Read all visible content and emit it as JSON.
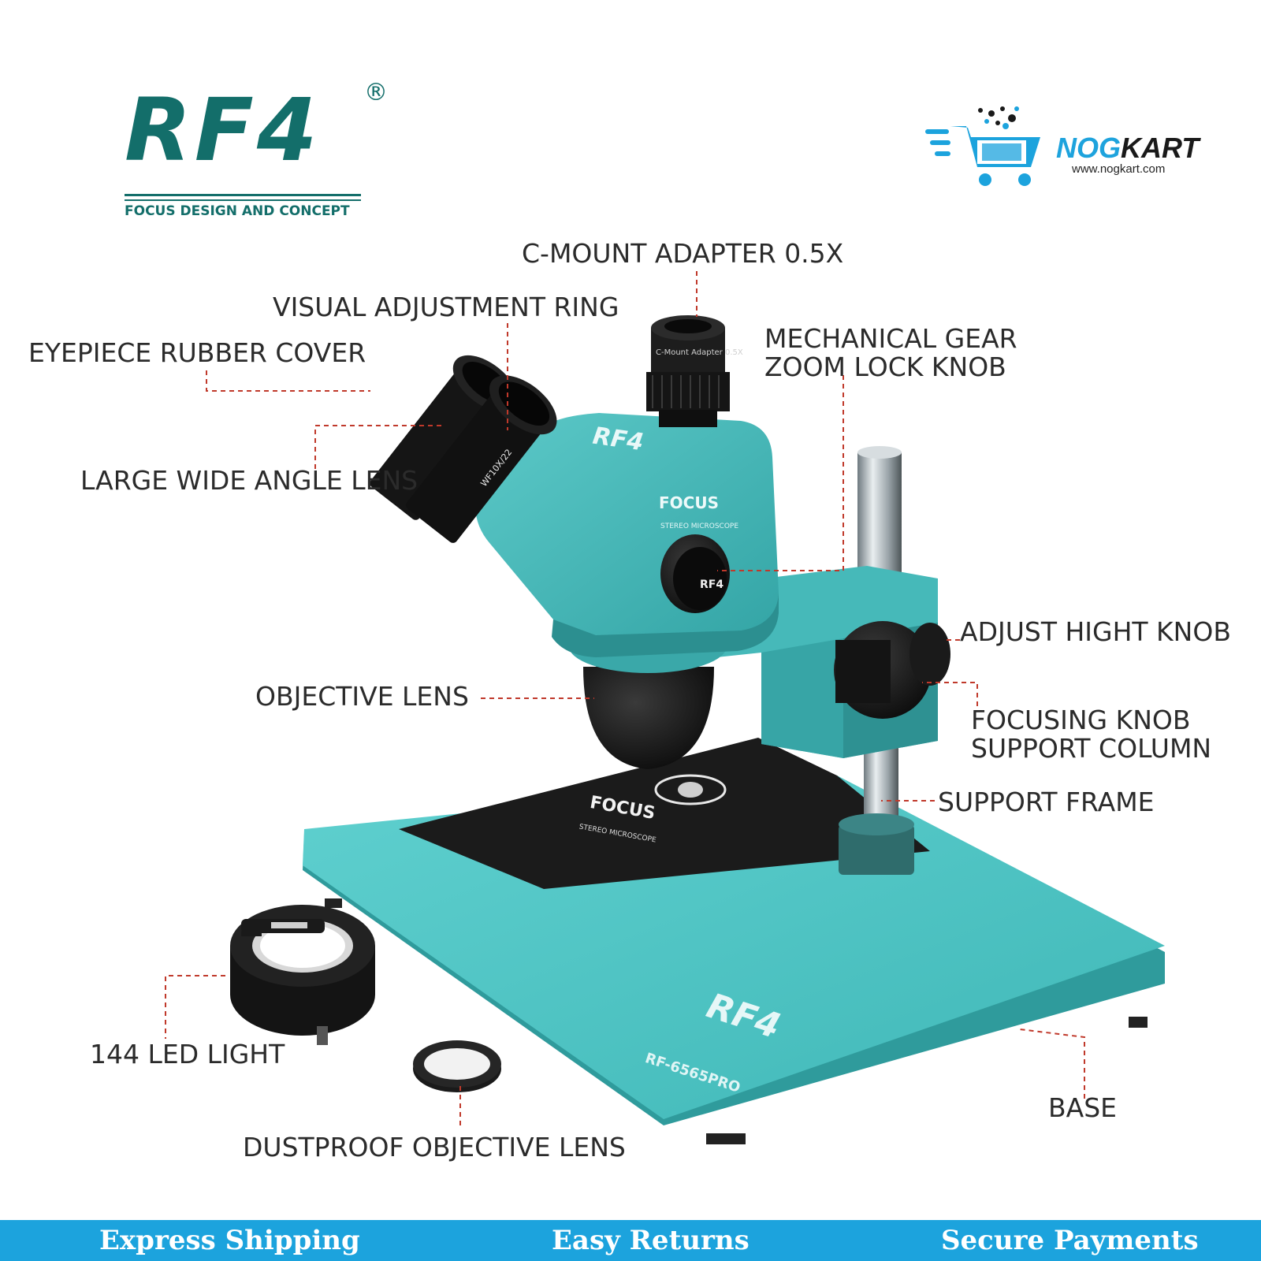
{
  "brand": {
    "wordmark": "RF4",
    "registered": "®",
    "tagline": "FOCUS DESIGN AND CONCEPT"
  },
  "store": {
    "name_part1": "NOG",
    "name_part2": "KART",
    "url": "www.nogkart.com"
  },
  "labels": {
    "c_mount": "C-MOUNT ADAPTER 0.5X",
    "visual_ring": "VISUAL ADJUSTMENT RING",
    "eyepiece_cover": "EYEPIECE RUBBER COVER",
    "gear_line1": "MECHANICAL GEAR",
    "gear_line2": "ZOOM LOCK KNOB",
    "wide_lens": "LARGE WIDE ANGLE LENS",
    "adjust_knob": "ADJUST HIGHT KNOB",
    "objective": "OBJECTIVE LENS",
    "focus_line1": "FOCUSING KNOB",
    "focus_line2": "SUPPORT COLUMN",
    "support_frame": "SUPPORT FRAME",
    "led_light": "144 LED LIGHT",
    "base": "BASE",
    "dustproof": "DUSTPROOF OBJECTIVE LENS"
  },
  "product_text": {
    "head_logo": "RF4",
    "head_brand": "FOCUS",
    "head_sub": "STEREO MICROSCOPE",
    "eyepiece_mark": "WF10X/22",
    "adapter_mark": "C-Mount Adapter 0.5X",
    "knob_logo": "RF4",
    "base_logo": "RF4",
    "base_model": "RF-6565PRO",
    "pad_brand": "FOCUS",
    "pad_sub": "STEREO MICROSCOPE"
  },
  "footer": {
    "item1": "Express Shipping",
    "item2": "Easy Returns",
    "item3": "Secure Payments"
  },
  "colors": {
    "teal_body": "#4fc4c4",
    "teal_dark": "#2e9a9b",
    "brand_green": "#136e6a",
    "accent_blue": "#1ca3dd",
    "leader_red": "#c0392b"
  }
}
